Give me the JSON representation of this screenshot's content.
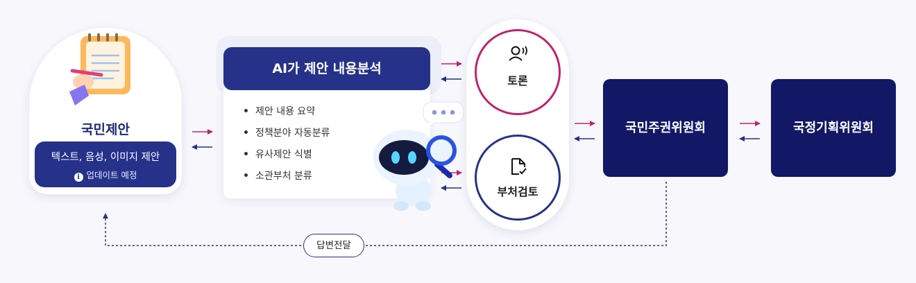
{
  "citizen_card": {
    "title": "국민제안",
    "box_line1": "텍스트, 음성, 이미지 제안",
    "box_line2": "업데이트 예정",
    "info_symbol": "i"
  },
  "analysis_card": {
    "title": "AI가 제안 내용분석",
    "items": [
      "제안 내용 요약",
      "정책분야 자동분류",
      "유사제안 식별",
      "소관부처 분류"
    ]
  },
  "process": {
    "debate": "토론",
    "ministry_review": "부처검토"
  },
  "committees": {
    "sovereignty": "국민주권위원회",
    "planning": "국정기획위원회"
  },
  "answer_label": "답변전달",
  "colors": {
    "navy": "#26318a",
    "dark_navy": "#121866",
    "magenta": "#c0226e",
    "background": "#f7f7fc"
  }
}
